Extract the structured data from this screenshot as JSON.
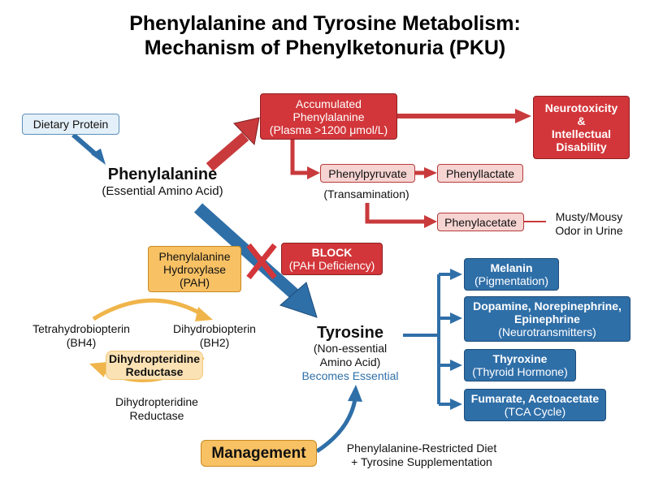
{
  "title": {
    "line1": "Phenylalanine and Tyrosine Metabolism:",
    "line2": "Mechanism of Phenylketonuria (PKU)"
  },
  "nodes": {
    "dietary_protein": "Dietary Protein",
    "phenylalanine": {
      "name": "Phenylalanine",
      "note": "(Essential Amino Acid)"
    },
    "accumulated": {
      "line1": "Accumulated",
      "line2": "Phenylalanine",
      "line3": "(Plasma >1200 μmol/L)"
    },
    "neurotoxicity": {
      "line1": "Neurotoxicity",
      "line2": "&",
      "line3": "Intellectual",
      "line4": "Disability"
    },
    "phenylpyruvate": "Phenylpyruvate",
    "phenyllactate": "Phenyllactate",
    "transamination": "(Transamination)",
    "phenylacetate": "Phenylacetate",
    "odor": {
      "line1": "Musty/Mousy",
      "line2": "Odor in Urine"
    },
    "pah": {
      "line1": "Phenylalanine",
      "line2": "Hydroxylase",
      "line3": "(PAH)"
    },
    "block": {
      "line1": "BLOCK",
      "line2": "(PAH Deficiency)"
    },
    "bh4": {
      "line1": "Tetrahydrobiopterin",
      "line2": "(BH4)"
    },
    "bh2": {
      "line1": "Dihydrobiopterin",
      "line2": "(BH2)"
    },
    "dhpr_inner": {
      "line1": "Dihydropteridine",
      "line2": "Reductase"
    },
    "dhpr_outer": {
      "line1": "Dihydropteridine",
      "line2": "Reductase"
    },
    "tyrosine": {
      "name": "Tyrosine",
      "line1": "(Non-essential",
      "line2": "Amino Acid)",
      "note": "Becomes Essential"
    },
    "melanin": {
      "name": "Melanin",
      "sub": "(Pigmentation)"
    },
    "catecholamines": {
      "line1": "Dopamine, Norepinephrine,",
      "line2": "Epinephrine",
      "sub": "(Neurotransmitters)"
    },
    "thyroxine": {
      "name": "Thyroxine",
      "sub": "(Thyroid Hormone)"
    },
    "fumarate": {
      "name": "Fumarate, Acetoacetate",
      "sub": "(TCA Cycle)"
    },
    "management": {
      "label": "Management",
      "line1": "Phenylalanine-Restricted Diet",
      "line2": "+ Tyrosine Supplementation"
    }
  },
  "colors": {
    "red": "#d2363a",
    "pink": "#f6d4d2",
    "orange": "#f7c164",
    "blue": "#2f6fa8",
    "lightblue": "#e4f0f9",
    "arrow_red": "#c93a3c",
    "arrow_blue": "#2f6fa8",
    "arrow_orange": "#f0b54a"
  }
}
